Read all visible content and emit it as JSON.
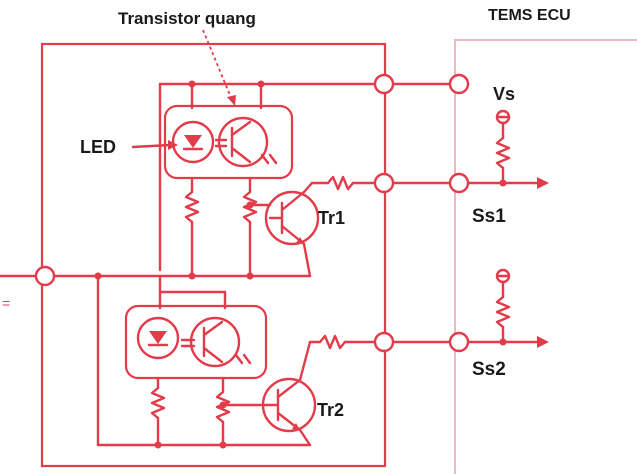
{
  "labels": {
    "phototransistor": "Transistor quang",
    "ecu": "TEMS ECU",
    "led": "LED",
    "tr1": "Tr1",
    "tr2": "Tr2",
    "vs": "Vs",
    "ss1": "Ss1",
    "ss2": "Ss2",
    "left_mark": "="
  },
  "colors": {
    "wire": "#e23b4a",
    "text": "#1a1a1a",
    "ecu_box": "#f0b8be"
  }
}
